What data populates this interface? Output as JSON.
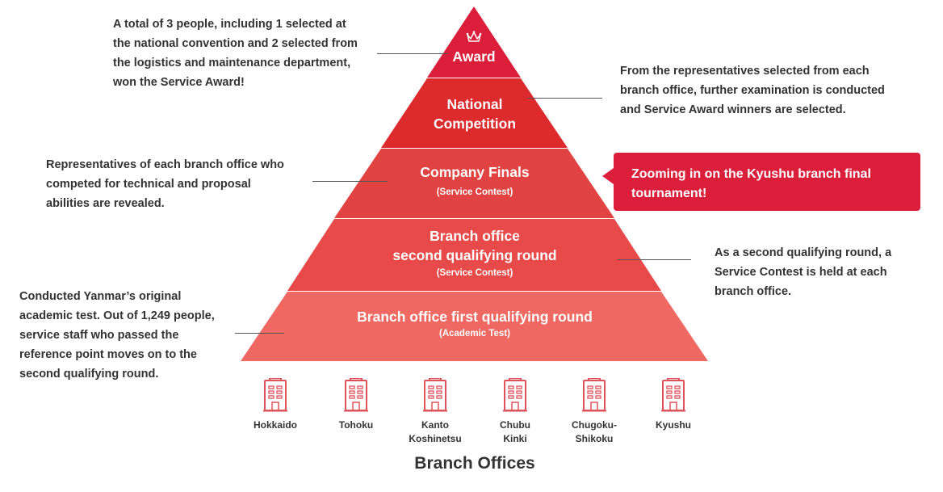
{
  "colors": {
    "tier_award": "#db1f3a",
    "tier_national": "#dd2a2d",
    "tier_company": "#e04342",
    "tier_second": "#e74a48",
    "tier_first": "#ef6962",
    "callout": "#db1f3a",
    "icon_stroke": "#e0525a"
  },
  "icons": {
    "tier_award": "crown-icon",
    "office": "building-icon"
  },
  "tiers": [
    {
      "title_lines": [
        "Award"
      ],
      "subtitle": ""
    },
    {
      "title_lines": [
        "National",
        "Competition"
      ],
      "subtitle": ""
    },
    {
      "title_lines": [
        "Company Finals"
      ],
      "subtitle": "(Service Contest)"
    },
    {
      "title_lines": [
        "Branch office",
        "second qualifying round"
      ],
      "subtitle": "(Service Contest)"
    },
    {
      "title_lines": [
        "Branch office first qualifying round"
      ],
      "subtitle": "(Academic Test)"
    }
  ],
  "descriptions": {
    "award": [
      "A total of 3 people, including 1 selected at",
      "the national convention and 2 selected from",
      "the logistics and maintenance department,",
      "won the Service Award!"
    ],
    "national": [
      "From the representatives selected from each",
      "branch office, further examination is conducted",
      "and Service Award winners are selected."
    ],
    "company": [
      "Representatives of each branch office who",
      "competed for technical and proposal",
      "abilities are revealed."
    ],
    "second": [
      "As a second qualifying round, a",
      "Service Contest is held at each",
      "branch office."
    ],
    "first": [
      "Conducted Yanmar’s original",
      "academic test. Out of 1,249 people,",
      "service staff who passed the",
      "reference point moves on to the",
      "second qualifying round."
    ]
  },
  "callout": {
    "lines": [
      "Zooming in on the Kyushu branch final",
      "tournament!"
    ]
  },
  "offices": [
    {
      "lines": [
        "Hokkaido"
      ]
    },
    {
      "lines": [
        "Tohoku"
      ]
    },
    {
      "lines": [
        "Kanto",
        "Koshinetsu"
      ]
    },
    {
      "lines": [
        "Chubu",
        "Kinki"
      ]
    },
    {
      "lines": [
        "Chugoku-",
        "Shikoku"
      ]
    },
    {
      "lines": [
        "Kyushu"
      ]
    }
  ],
  "footer": {
    "title": "Branch Offices"
  }
}
